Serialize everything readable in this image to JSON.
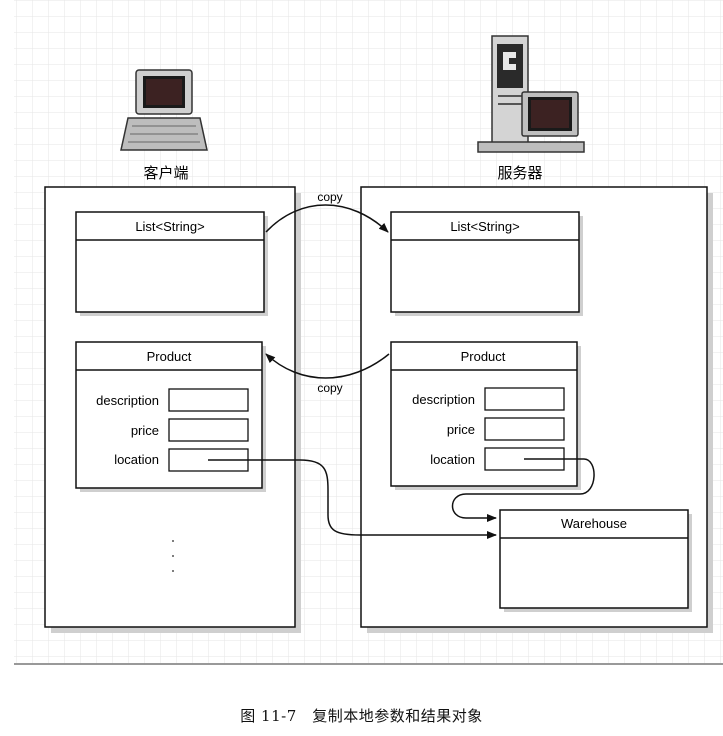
{
  "client": {
    "label": "客户端",
    "list_title": "List<String>",
    "product_title": "Product",
    "fields": [
      "description",
      "price",
      "location"
    ]
  },
  "server": {
    "label": "服务器",
    "list_title": "List<String>",
    "product_title": "Product",
    "fields": [
      "description",
      "price",
      "location"
    ],
    "warehouse_title": "Warehouse"
  },
  "arrows": {
    "copy_top": "copy",
    "copy_bottom": "copy"
  },
  "caption": "图 11-7　复制本地参数和结果对象",
  "icons": [
    "client-computer-icon",
    "server-computer-icon"
  ]
}
